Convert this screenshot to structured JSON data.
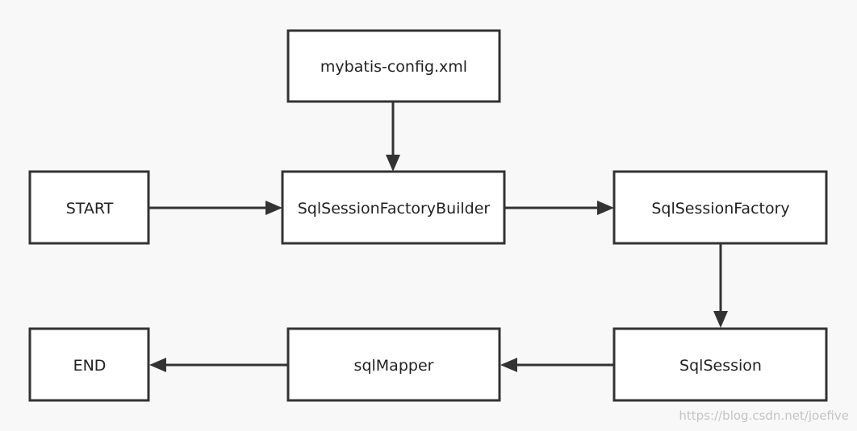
{
  "diagram": {
    "nodes": [
      {
        "id": "config",
        "label": "mybatis-config.xml"
      },
      {
        "id": "start",
        "label": "START"
      },
      {
        "id": "builder",
        "label": "SqlSessionFactoryBuilder"
      },
      {
        "id": "factory",
        "label": "SqlSessionFactory"
      },
      {
        "id": "session",
        "label": "SqlSession"
      },
      {
        "id": "mapper",
        "label": "sqlMapper"
      },
      {
        "id": "end",
        "label": "END"
      }
    ],
    "edges": [
      {
        "from": "config",
        "to": "builder"
      },
      {
        "from": "start",
        "to": "builder"
      },
      {
        "from": "builder",
        "to": "factory"
      },
      {
        "from": "factory",
        "to": "session"
      },
      {
        "from": "session",
        "to": "mapper"
      },
      {
        "from": "mapper",
        "to": "end"
      }
    ],
    "colors": {
      "background": "#f8f8f8",
      "box_fill": "#ffffff",
      "stroke": "#333333",
      "text": "#222222",
      "watermark": "#c4c4c4"
    }
  },
  "watermark": {
    "text": "https://blog.csdn.net/joefive"
  }
}
